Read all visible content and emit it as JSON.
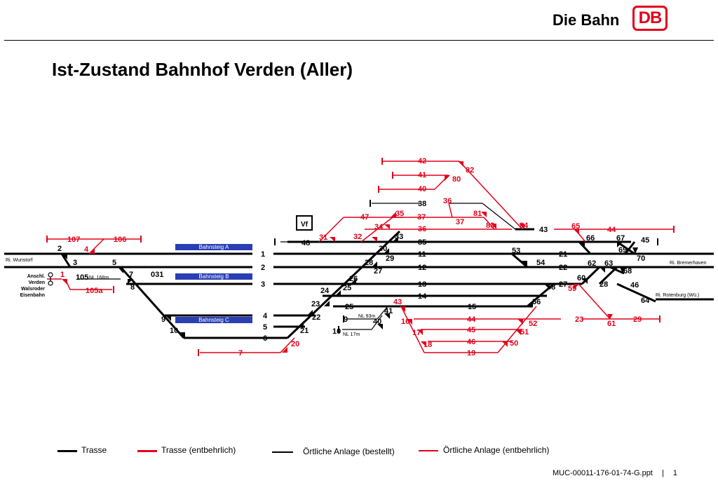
{
  "header": {
    "brand": "Die Bahn",
    "logo": "DB"
  },
  "title": "Ist-Zustand Bahnhof Verden (Aller)",
  "colors": {
    "trasse": "#000000",
    "entbehrlich": "#e2001a",
    "platform": "#2a3fb5"
  },
  "platforms": [
    "Bahnsteig A",
    "Bahnsteig B",
    "Bahnsteig C"
  ],
  "box_label": "Vf",
  "directions": {
    "wunstorf": "Ri. Wunstorf",
    "bremerhaven": "Ri. Bremerhaven",
    "rotenburg": "Ri. Rotenburg (Wü.)",
    "anschl": [
      "Anschl.",
      "Verden",
      "Walsroder",
      "Eisenbahn"
    ]
  },
  "small_notes": {
    "nl168": "NL 168m",
    "nl93": "NL 93m",
    "nl17": "NL 17m"
  },
  "labels_black": [
    "2",
    "3",
    "5",
    "7",
    "8",
    "031",
    "105",
    "9",
    "10",
    "1",
    "2",
    "3",
    "4",
    "5",
    "6",
    "48",
    "30",
    "29",
    "28",
    "27",
    "26",
    "25",
    "24",
    "23",
    "22",
    "21",
    "33",
    "35",
    "11",
    "12",
    "13",
    "14",
    "25",
    "15",
    "41",
    "40",
    "9",
    "10",
    "38",
    "43",
    "53",
    "54",
    "21",
    "22",
    "58",
    "56",
    "27",
    "60",
    "62",
    "63",
    "68",
    "28",
    "46",
    "64",
    "66",
    "67",
    "45",
    "69",
    "70"
  ],
  "labels_red": [
    "107",
    "106",
    "4",
    "1",
    "105a",
    "7",
    "20",
    "31",
    "32",
    "34",
    "35",
    "47",
    "37",
    "36",
    "37",
    "36",
    "81",
    "83",
    "84",
    "42",
    "82",
    "41",
    "80",
    "40",
    "65",
    "44",
    "43",
    "44",
    "16",
    "45",
    "17",
    "46",
    "18",
    "19",
    "50",
    "51",
    "52",
    "23",
    "59",
    "61",
    "29"
  ],
  "legend": {
    "trasse": "Trasse",
    "trasse_ent": "Trasse (entbehrlich)",
    "oertlich": "Örtliche Anlage (bestellt)",
    "oertlich_ent": "Örtliche Anlage (entbehrlich)"
  },
  "footer": {
    "doc": "MUC-00011-176-01-74-G.ppt",
    "sep": "|",
    "page": "1"
  }
}
